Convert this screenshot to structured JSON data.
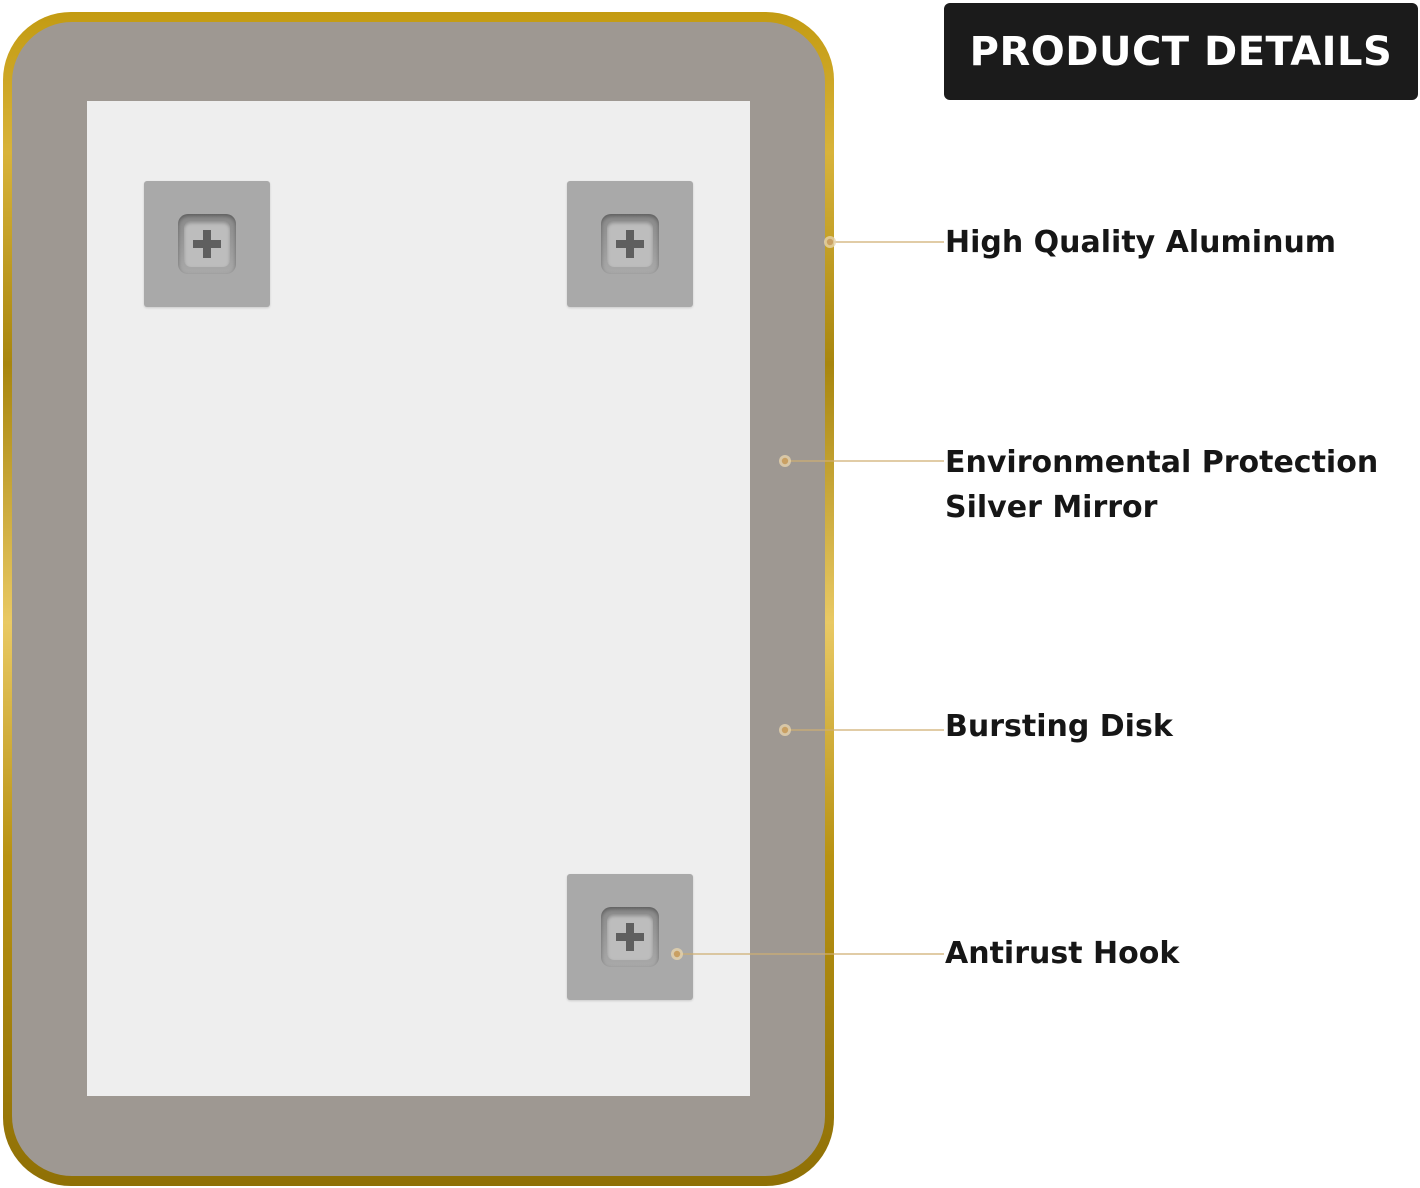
{
  "header": {
    "title": "PRODUCT DETAILS"
  },
  "callouts": [
    {
      "lines": [
        "High Quality Aluminum"
      ]
    },
    {
      "lines": [
        "Environmental Protection",
        "Silver Mirror"
      ]
    },
    {
      "lines": [
        "Bursting Disk"
      ]
    },
    {
      "lines": [
        "Antirust Hook"
      ]
    }
  ],
  "colors": {
    "frame_gold": "#c39b12",
    "frame_inner": "#9e9892",
    "backing": "#eeeeee",
    "callout_line": "#cfae72",
    "title_bg": "#1b1b1b"
  },
  "icons": {
    "hook": "screw-cross-icon"
  }
}
